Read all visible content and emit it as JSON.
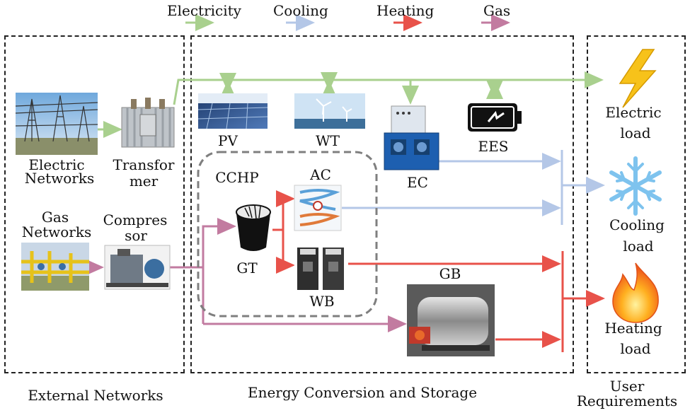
{
  "legend": {
    "electricity": {
      "label": "Electricity",
      "color": "#a9d08e"
    },
    "cooling": {
      "label": "Cooling",
      "color": "#b4c7e7"
    },
    "heating": {
      "label": "Heating",
      "color": "#e8524a"
    },
    "gas": {
      "label": "Gas",
      "color": "#c27ba0"
    }
  },
  "groups": {
    "external": "External Networks",
    "conversion": "Energy Conversion and Storage",
    "user_line1": "User",
    "user_line2": "Requirements",
    "cchp": "CCHP"
  },
  "nodes": {
    "electric_networks_1": "Electric",
    "electric_networks_2": "Networks",
    "transformer_1": "Transfor",
    "transformer_2": "mer",
    "gas_networks_1": "Gas",
    "gas_networks_2": "Networks",
    "compressor_1": "Compres",
    "compressor_2": "sor",
    "pv": "PV",
    "wt": "WT",
    "ees": "EES",
    "ec": "EC",
    "ac": "AC",
    "gt": "GT",
    "wb": "WB",
    "gb": "GB",
    "electric_load_1": "Electric",
    "electric_load_2": "load",
    "cooling_load_1": "Cooling",
    "cooling_load_2": "load",
    "heating_load_1": "Heating",
    "heating_load_2": "load"
  }
}
